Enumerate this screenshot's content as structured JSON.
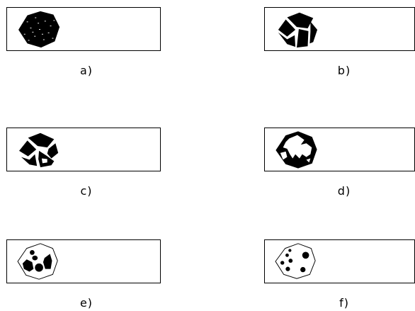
{
  "panels": [
    {
      "id": "a",
      "label": "a)",
      "description_shape": "solid-polygon-with-specks"
    },
    {
      "id": "b",
      "label": "b)",
      "description_shape": "fractured-polygon"
    },
    {
      "id": "c",
      "label": "c)",
      "description_shape": "fractured-polygon-with-gaps"
    },
    {
      "id": "d",
      "label": "d)",
      "description_shape": "dissolving-polygon"
    },
    {
      "id": "e",
      "label": "e)",
      "description_shape": "outline-with-large-blobs"
    },
    {
      "id": "f",
      "label": "f)",
      "description_shape": "outline-with-small-dots"
    }
  ],
  "colors": {
    "ink": "#000000",
    "background": "#ffffff"
  }
}
